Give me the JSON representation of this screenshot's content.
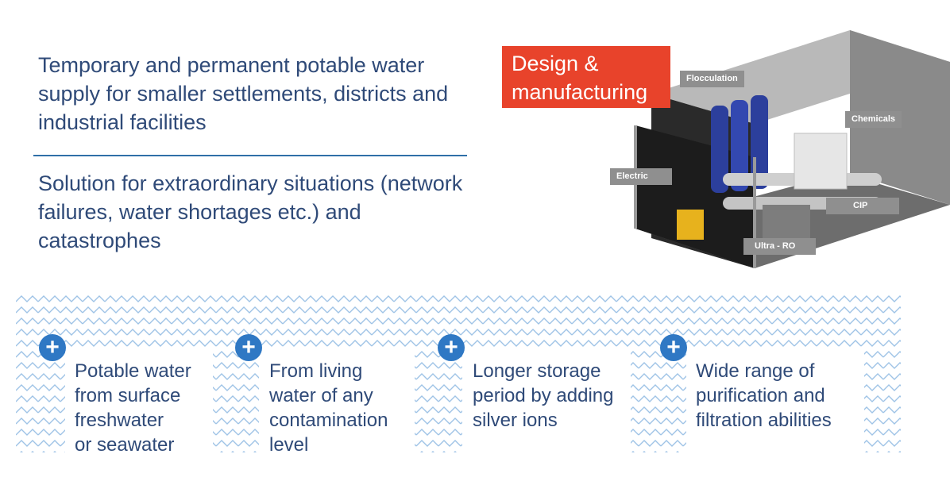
{
  "intro": {
    "line1": "Temporary and permanent potable water supply for smaller settlements, districts and industrial facilities",
    "line2": "Solution for extraordinary situations (network failures, water shortages etc.) and catastrophes"
  },
  "badge": {
    "label": "Design & manufacturing"
  },
  "diagram_labels": {
    "flocculation": "Flocculation",
    "chemicals": "Chemicals",
    "electric": "Electric",
    "cip": "CIP",
    "ultra_ro": "Ultra - RO"
  },
  "features": [
    {
      "icon": "plus-icon",
      "text": "Potable water\nfrom surface\nfreshwater\nor seawater"
    },
    {
      "icon": "plus-icon",
      "text": "From living\nwater of any\ncontamination\nlevel"
    },
    {
      "icon": "plus-icon",
      "text": "Longer storage\nperiod by adding\nsilver ions"
    },
    {
      "icon": "plus-icon",
      "text": "Wide range of\npurification and\nfiltration abilities"
    }
  ],
  "colors": {
    "accent_blue": "#2f78c4",
    "text_blue": "#2f4a78",
    "badge_red": "#e8432b",
    "wave_blue": "#9ec3e6"
  }
}
